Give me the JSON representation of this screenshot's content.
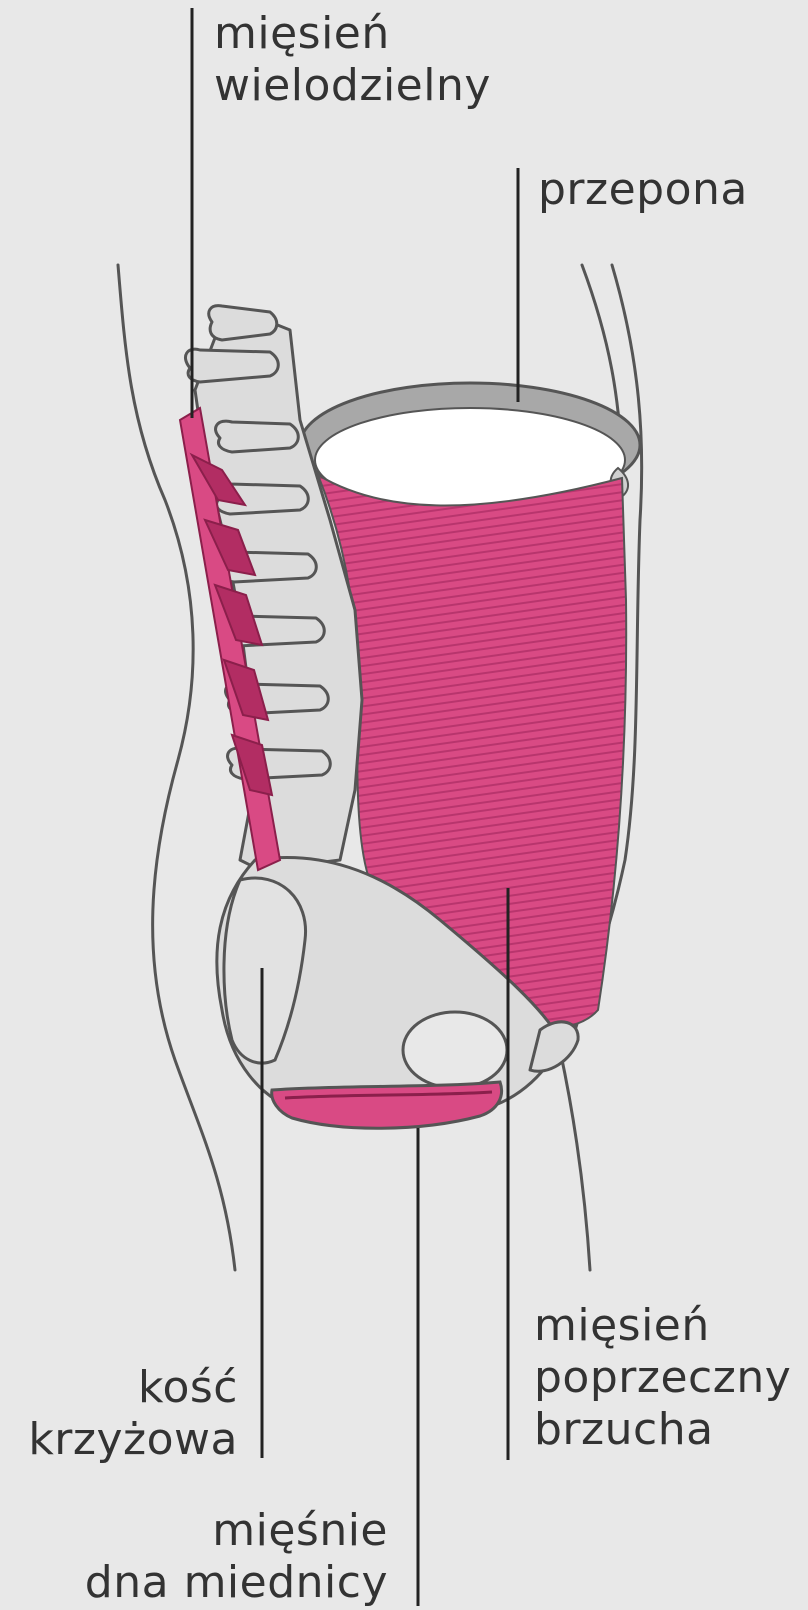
{
  "labels": {
    "multifidus": {
      "line1": "mięsień",
      "line2": "wielodzielny"
    },
    "diaphragm": {
      "line1": "przepona"
    },
    "transversus": {
      "line1": "mięsień",
      "line2": "poprzeczny",
      "line3": "brzucha"
    },
    "sacrum": {
      "line1": "kość",
      "line2": "krzyżowa"
    },
    "pelvic_floor": {
      "line1": "mięśnie",
      "line2": "dna miednicy"
    }
  },
  "colors": {
    "background": "#e8e8e8",
    "muscle": "#d94a84",
    "muscle_dark": "#b22d63",
    "bone": "#dcdcdc",
    "outline": "#555555",
    "diaphragm": "#a8a8a8",
    "text": "#333333"
  }
}
